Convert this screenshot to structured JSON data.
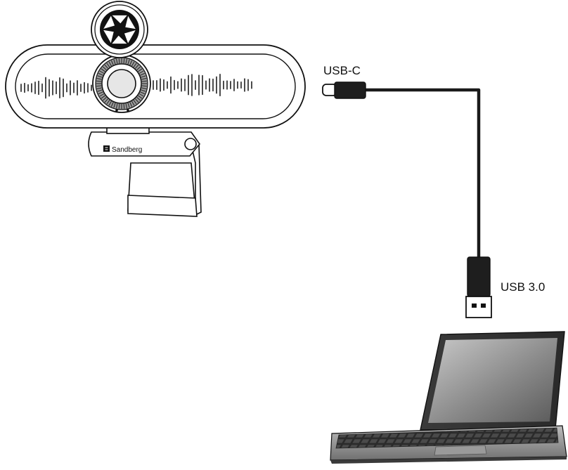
{
  "labels": {
    "usb_c": "USB-C",
    "usb_3": "USB 3.0"
  },
  "webcam": {
    "brand": "Sandberg"
  },
  "icons": {
    "privacy_cover": "aperture-icon",
    "logo": "sandberg-logo-icon"
  },
  "colors": {
    "line": "#111111",
    "cable": "#1a1a1a",
    "background": "#ffffff"
  }
}
